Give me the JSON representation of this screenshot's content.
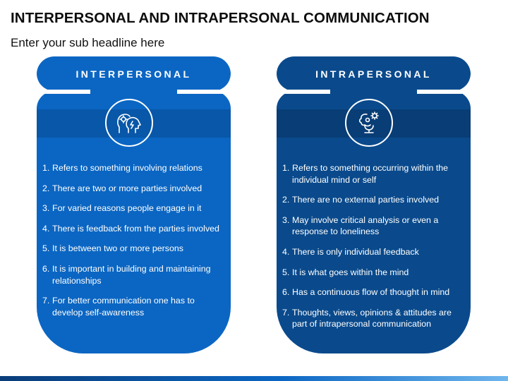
{
  "title": "INTERPERSONAL AND INTRAPERSONAL COMMUNICATION",
  "subtitle": "Enter your sub headline here",
  "colors": {
    "left_card": "#0b66c3",
    "left_band": "#0857a8",
    "right_card": "#0a4a8c",
    "right_band": "#083d75",
    "bottom_bar": "#0b66c3"
  },
  "cards": [
    {
      "title": "INTERPERSONAL",
      "icon": "people-heads-icon",
      "items": [
        {
          "num": "1.",
          "text": "Refers to something involving relations"
        },
        {
          "num": "2.",
          "text": "There are two or more parties involved"
        },
        {
          "num": "3.",
          "text": "For varied reasons people engage in it"
        },
        {
          "num": "4.",
          "text": "There is feedback from the parties involved"
        },
        {
          "num": "5.",
          "text": "It is between two or more persons"
        },
        {
          "num": "6.",
          "text": "It is important in building and maintaining relationships"
        },
        {
          "num": "7.",
          "text": "For better communication one has to develop self-awareness"
        }
      ]
    },
    {
      "title": "INTRAPERSONAL",
      "icon": "thinking-mind-icon",
      "items": [
        {
          "num": "1.",
          "text": "Refers to something occurring within the individual mind or self"
        },
        {
          "num": "2.",
          "text": "There are no external parties involved"
        },
        {
          "num": "3.",
          "text": "May involve critical analysis or even a response to loneliness"
        },
        {
          "num": "4.",
          "text": "There is only individual feedback"
        },
        {
          "num": "5.",
          "text": "It is what goes within the mind"
        },
        {
          "num": "6.",
          "text": "Has a continuous flow of thought in mind"
        },
        {
          "num": "7.",
          "text": "Thoughts, views, opinions & attitudes are part of intrapersonal communication"
        }
      ]
    }
  ]
}
